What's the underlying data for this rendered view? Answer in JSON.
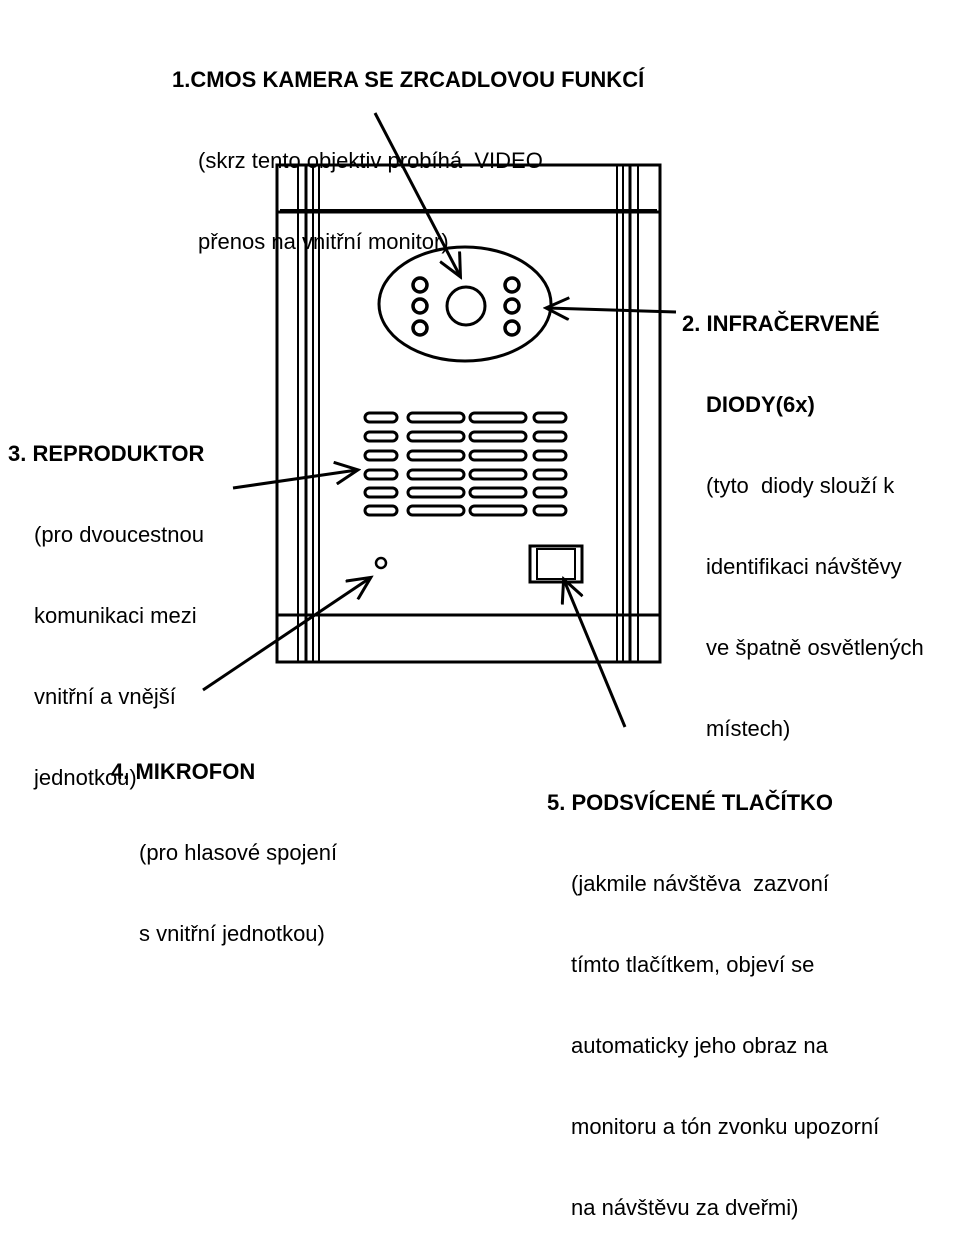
{
  "labels": [
    {
      "title": "1.CMOS KAMERA SE ZRCADLOVOU FUNKCÍ",
      "desc": [
        "(skrz tento objektiv probíhá  VIDEO",
        "přenos na vnitřní monitor)"
      ]
    },
    {
      "title": [
        "2. INFRAČERVENÉ",
        "DIODY(6x)"
      ],
      "desc": [
        "(tyto  diody slouží k",
        "identifikaci návštěvy",
        "ve špatně osvětlených",
        "místech)"
      ]
    },
    {
      "title": "3. REPRODUKTOR",
      "desc": [
        "(pro dvoucestnou",
        "komunikaci mezi",
        "vnitřní a vnější",
        "jednotkou)"
      ]
    },
    {
      "title": "4. MIKROFON",
      "desc": [
        "(pro hlasové spojení",
        "s vnitřní jednotkou)"
      ]
    },
    {
      "title": "5. PODSVÍCENÉ TLAČÍTKO",
      "desc": [
        "(jakmile návštěva  zazvoní",
        "tímto tlačítkem, objeví se",
        "automaticky jeho obraz na",
        "monitoru a tón zvonku upozorní",
        "na návštěvu za dveřmi)"
      ]
    }
  ],
  "colors": {
    "ink": "#000000",
    "background": "#ffffff"
  }
}
